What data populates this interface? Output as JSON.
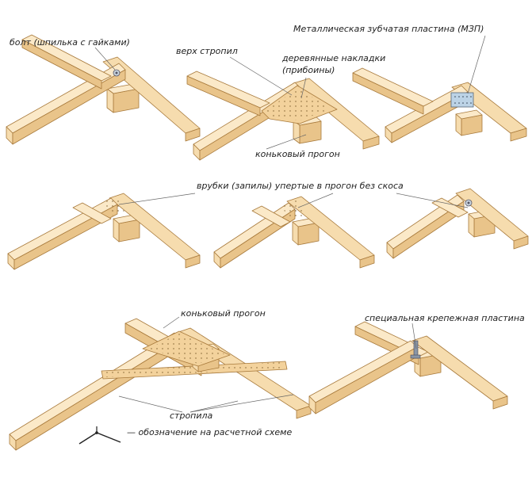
{
  "labels": {
    "bolt_line1": "болт (шпилька с гайками)",
    "rafter_top": "верх стропил",
    "wood_overlays_line1": "деревянные накладки",
    "wood_overlays_line2": "(прибоины)",
    "metal_plate": "Металлическая зубчатая пластина (МЗП)",
    "ridge_purlin_1": "коньковый прогон",
    "notches": "врубки (запилы) упертые в прогон без скоса",
    "ridge_purlin_2": "коньковый прогон",
    "special_plate": "специальная крепежная пластина",
    "rafters": "стропила",
    "legend": "— обозначение на расчетной схеме"
  },
  "colors": {
    "wood_face": "#f6dcae",
    "wood_top": "#fbe9c8",
    "wood_side": "#e9c48a",
    "wood_edge": "#a87a3c",
    "metal": "#bcd3e6",
    "leader": "#666666"
  }
}
